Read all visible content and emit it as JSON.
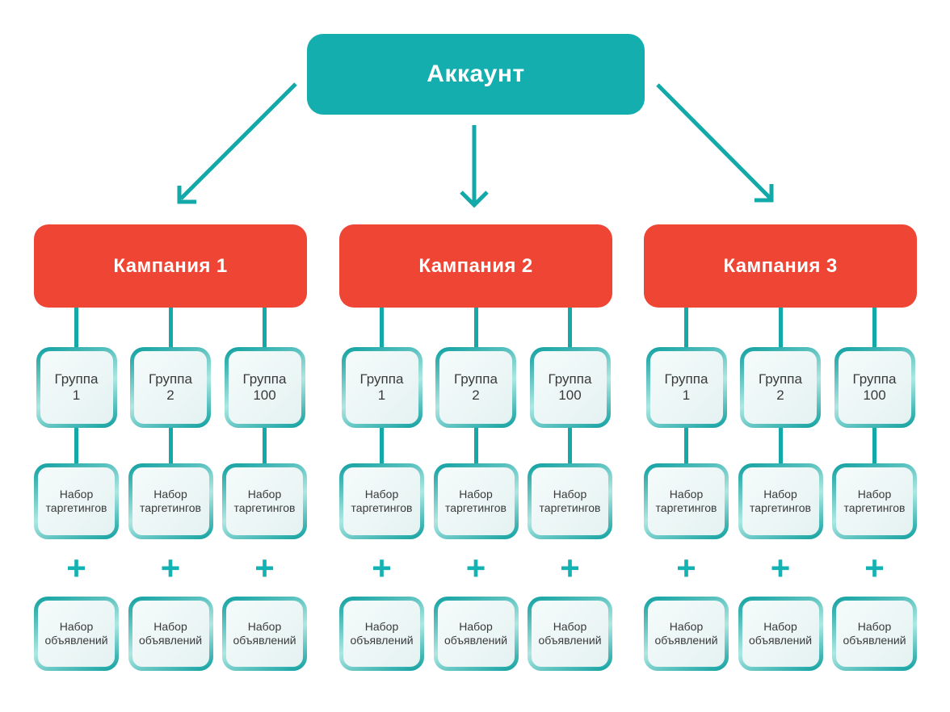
{
  "account": {
    "label": "Аккаунт"
  },
  "campaigns": [
    {
      "label": "Кампания 1",
      "groups": [
        {
          "label": "Группа 1"
        },
        {
          "label": "Группа 2"
        },
        {
          "label": "Группа 100"
        }
      ]
    },
    {
      "label": "Кампания 2",
      "groups": [
        {
          "label": "Группа 1"
        },
        {
          "label": "Группа 2"
        },
        {
          "label": "Группа 100"
        }
      ]
    },
    {
      "label": "Кампания 3",
      "groups": [
        {
          "label": "Группа 1"
        },
        {
          "label": "Группа 2"
        },
        {
          "label": "Группа 100"
        }
      ]
    }
  ],
  "targeting_set_label": "Набор таргетингов",
  "ad_set_label": "Набор объявлений",
  "plus_sign": "+",
  "colors": {
    "teal": "#14aeae",
    "red": "#ee4534",
    "connector": "#14a9a9",
    "plus": "#14b2b2",
    "border_dark": "#0d9f9f",
    "border_light": "#aee7e2",
    "fill_light": "#f5fbfb",
    "fill_shade": "#e4f2f1",
    "text_dark": "#3a3a3a",
    "white": "#ffffff",
    "bg": "#ffffff"
  }
}
